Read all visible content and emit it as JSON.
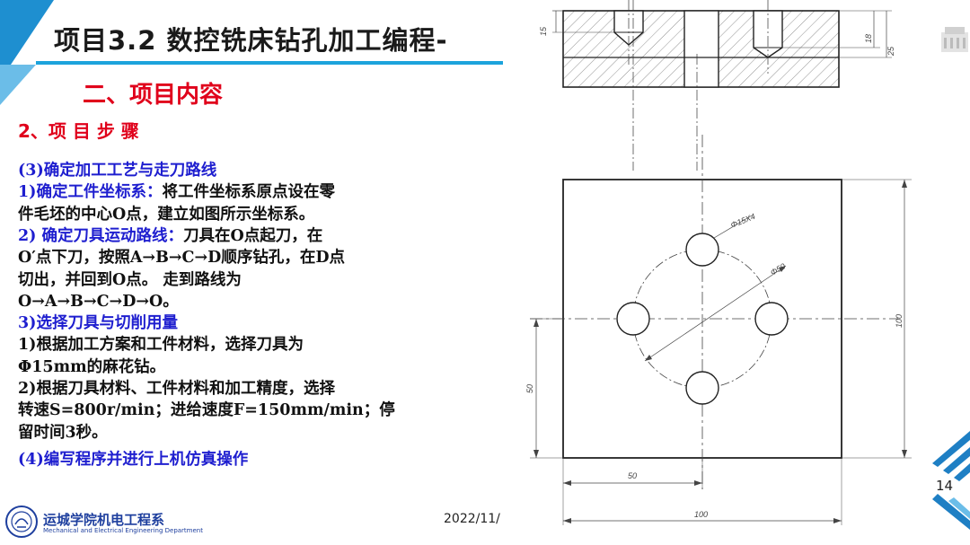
{
  "title": "项目3.2 数控铣床钻孔加工编程-",
  "section_heading": "二、项目内容",
  "steps_heading": "2、项 目 步 骤",
  "content": [
    {
      "segments": [
        {
          "text": "(3)确定加工工艺与走刀路线",
          "style": "blue"
        }
      ]
    },
    {
      "segments": [
        {
          "text": "1)确定工件坐标系：",
          "style": "blue"
        },
        {
          "text": "将工件坐标系原点设在零",
          "style": "black"
        }
      ]
    },
    {
      "segments": [
        {
          "text": "件毛坯的中心O点，建立如图所示坐标系。",
          "style": "black"
        }
      ]
    },
    {
      "segments": [
        {
          "text": "2) 确定刀具运动路线：",
          "style": "blue"
        },
        {
          "text": "刀具在O点起刀，在",
          "style": "black"
        }
      ]
    },
    {
      "segments": [
        {
          "text": "O′点下刀，按照A→B→C→D顺序钻孔，在D点",
          "style": "black"
        }
      ]
    },
    {
      "segments": [
        {
          "text": "切出，并回到O点。   走到路线为",
          "style": "black"
        }
      ]
    },
    {
      "segments": [
        {
          "text": "O→A→B→C→D→O。",
          "style": "black"
        }
      ]
    },
    {
      "segments": [
        {
          "text": "3)选择刀具与切削用量",
          "style": "blue"
        }
      ]
    },
    {
      "segments": [
        {
          "text": "1)根据加工方案和工件材料，选择刀具为",
          "style": "black"
        }
      ]
    },
    {
      "segments": [
        {
          "text": "Φ15mm的麻花钻。",
          "style": "black"
        }
      ]
    },
    {
      "segments": [
        {
          "text": "2)根据刀具材料、工件材料和加工精度，选择",
          "style": "black"
        }
      ]
    },
    {
      "segments": [
        {
          "text": "转速S=800r/min；进给速度F=150mm/min；停",
          "style": "black"
        }
      ]
    },
    {
      "segments": [
        {
          "text": "留时间3秒。",
          "style": "black"
        }
      ]
    },
    {
      "segments": [
        {
          "text": "(4)编写程序并进行上机仿真操作",
          "style": "blue"
        }
      ]
    }
  ],
  "footer": {
    "department_cn": "运城学院机电工程系",
    "department_en": "Mechanical and Electrical Engineering Department",
    "date": "2022/11/",
    "page_number": "14"
  },
  "drawing": {
    "dim_15": "15",
    "dim_18": "18",
    "dim_25": "25",
    "hole_callout": "Φ15X4",
    "circle_callout": "Φ50",
    "dim_100_vertical": "100",
    "dim_50_vertical": "50",
    "dim_50_horizontal": "50",
    "dim_100_horizontal": "100"
  },
  "colors": {
    "accent_blue": "#1ca3dc",
    "heading_red": "#e0001b",
    "text_blue": "#1e1ecf"
  }
}
